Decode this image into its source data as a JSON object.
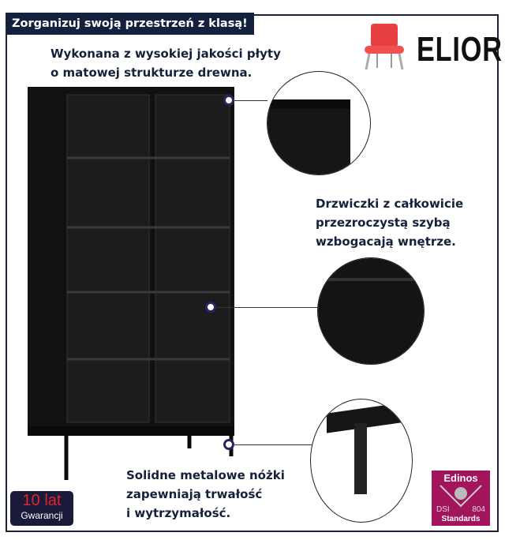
{
  "header": {
    "title": "Zorganizuj swoją przestrzeń z klasą!"
  },
  "brand": {
    "name": "ELIOR"
  },
  "features": [
    {
      "text": "Wykonana z wysokiej jakości płyty\no matowej strukturze drewna."
    },
    {
      "text": "Drzwiczki z całkowicie\nprzezroczystą szybą\nwzbogacają wnętrze."
    },
    {
      "text": "Solidne metalowe nóżki\nzapewniają trwałość\ni wytrzymałość."
    }
  ],
  "warranty": {
    "years": "10 lat",
    "label": "Gwarancji"
  },
  "certificate": {
    "name": "Edinos",
    "left": "DSI",
    "right": "804",
    "bottom": "Standards"
  },
  "colors": {
    "title_bg": "#14213d",
    "text": "#15203a",
    "cert": "#a2145c",
    "warranty_red": "#e0262c"
  }
}
